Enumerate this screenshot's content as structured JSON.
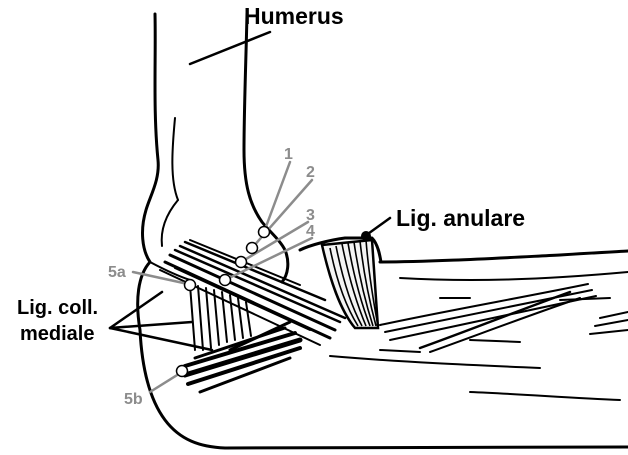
{
  "labels": {
    "humerus": "Humerus",
    "lig_anulare": "Lig. anulare",
    "lig_coll_line1": "Lig. coll.",
    "lig_coll_line2": "mediale",
    "n1": "1",
    "n2": "2",
    "n3": "3",
    "n4": "4",
    "n5a": "5a",
    "n5b": "5b"
  },
  "colors": {
    "ink": "#000000",
    "marker_grey": "#8c8c8c",
    "paper": "#ffffff"
  }
}
